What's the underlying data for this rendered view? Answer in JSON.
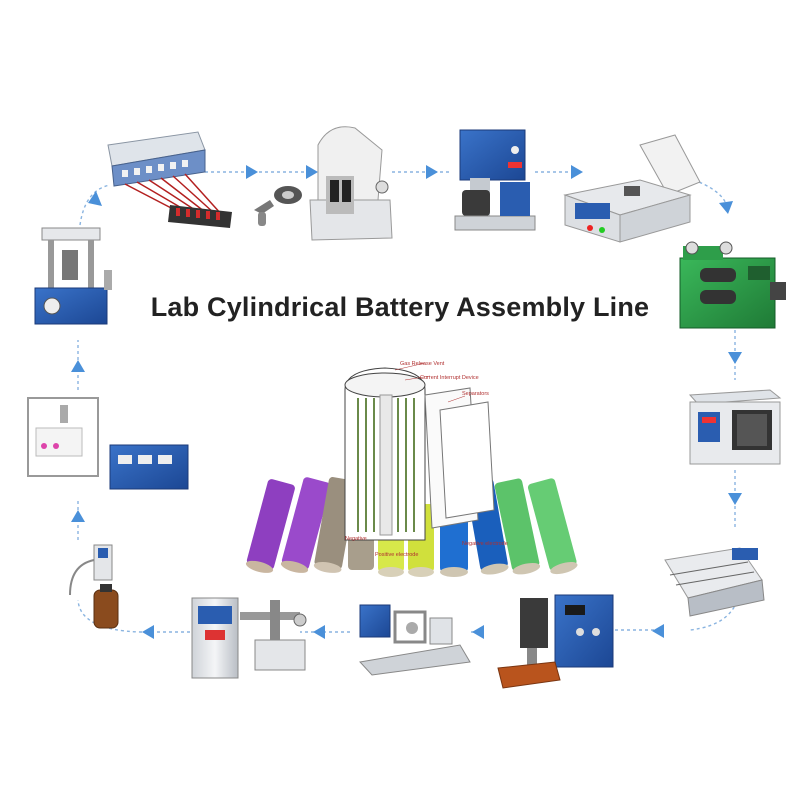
{
  "title": "Lab Cylindrical Battery Assembly Line",
  "colors": {
    "arrow": "#4a90d9",
    "device_blue": "#2a5db0",
    "device_green": "#2e9e4a",
    "device_white": "#e8e8e8",
    "cell_purple": "#8e3fc0",
    "cell_gray": "#9a8f7e",
    "cell_yellow": "#d7e84a",
    "cell_blue": "#1f6fd1",
    "cell_green": "#5cc36a"
  },
  "cross_section": {
    "labels": [
      "Gas Release Vent",
      "Current Interrupt Device",
      "Separators",
      "Negative",
      "Positive electrode",
      "Negative electrode"
    ]
  },
  "stations": [
    {
      "icon": "battery-tester-icon"
    },
    {
      "icon": "planetary-ball-mill-icon"
    },
    {
      "icon": "vacuum-mixer-icon"
    },
    {
      "icon": "film-coater-icon"
    },
    {
      "icon": "rolling-press-icon"
    },
    {
      "icon": "vacuum-oven-icon"
    },
    {
      "icon": "electrode-slitter-icon"
    },
    {
      "icon": "spot-welder-icon"
    },
    {
      "icon": "winding-machine-icon"
    },
    {
      "icon": "grooving-machine-icon"
    },
    {
      "icon": "electrolyte-filler-icon"
    },
    {
      "icon": "glovebox-sealer-icon"
    },
    {
      "icon": "crimping-machine-icon"
    }
  ]
}
